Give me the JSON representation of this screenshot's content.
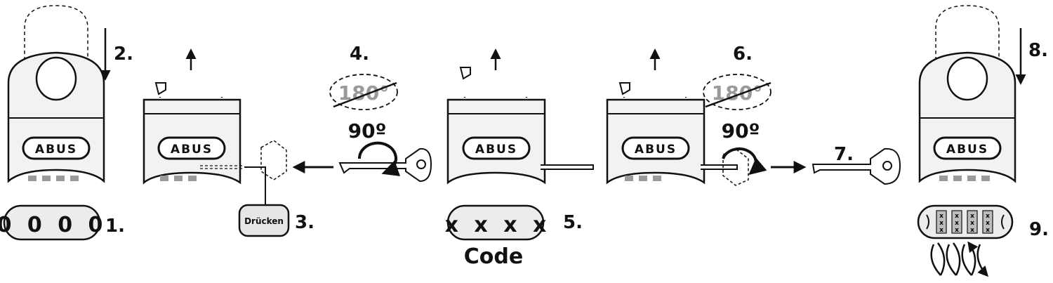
{
  "brand": "ABUS",
  "steps": {
    "s1": "1.",
    "s2": "2.",
    "s3": "3.",
    "s4": "4.",
    "s5": "5.",
    "s6": "6.",
    "s7": "7.",
    "s8": "8.",
    "s9": "9."
  },
  "start_code": "0 0 0 0",
  "new_code": "x x x x",
  "code_label": "Code",
  "press_label": "Drücken",
  "angle_crossed": "180°",
  "angle_ok": "90º",
  "dial_marks": [
    "x",
    "x",
    "x",
    "x"
  ]
}
